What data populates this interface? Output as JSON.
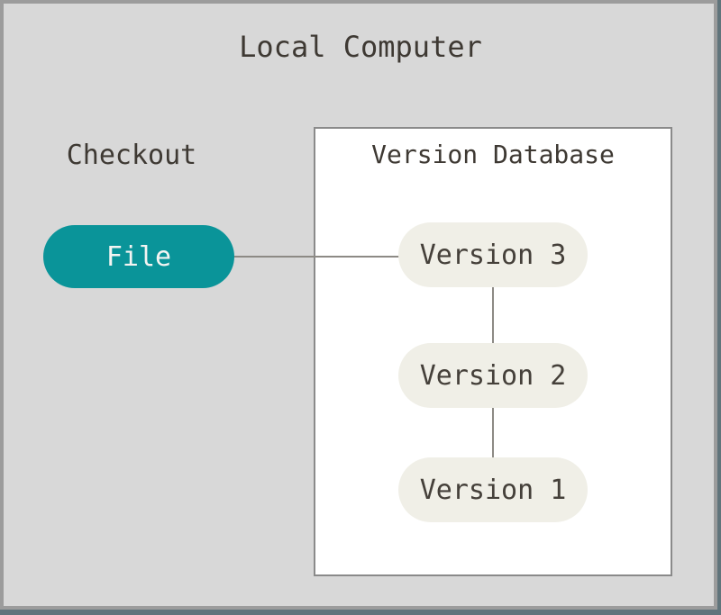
{
  "diagram": {
    "title": "Local Computer",
    "checkout": {
      "label": "Checkout",
      "file_node": "File"
    },
    "version_database": {
      "label": "Version Database",
      "nodes": [
        "Version 3",
        "Version 2",
        "Version 1"
      ]
    },
    "colors": {
      "background": "#d8d8d8",
      "frame_border": "#9c9c9c",
      "frame_shadow": "#60747b",
      "text": "#3e3933",
      "file_node_fill": "#0a9499",
      "file_node_text": "#f4f4f2",
      "version_node_fill": "#f0efe7",
      "version_node_text": "#45403a",
      "version_database_fill": "#ffffff",
      "version_database_border": "#8a8a8a",
      "connector": "#8d8a85"
    }
  }
}
